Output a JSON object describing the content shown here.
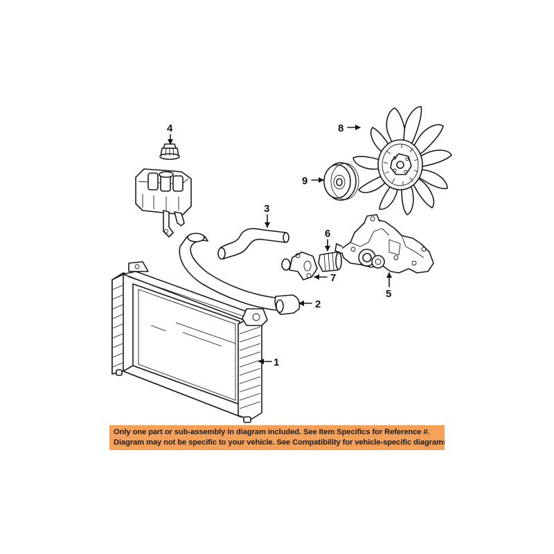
{
  "callouts": {
    "radiator": "1",
    "lower_hose": "2",
    "upper_hose": "3",
    "cap": "4",
    "water_pump": "5",
    "thermostat": "6",
    "housing": "7",
    "fan": "8",
    "pulley": "9"
  },
  "banner": {
    "line1": "Only one part or sub-assembly in diagram included. See Item Specifics for Reference #.",
    "line2": "Diagram may not be specific to your vehicle. See Compatibility for vehicle-specific diagrams."
  },
  "colors": {
    "banner_background": "#f5a15a",
    "line_art": "#1a1a1a",
    "background": "#ffffff"
  }
}
